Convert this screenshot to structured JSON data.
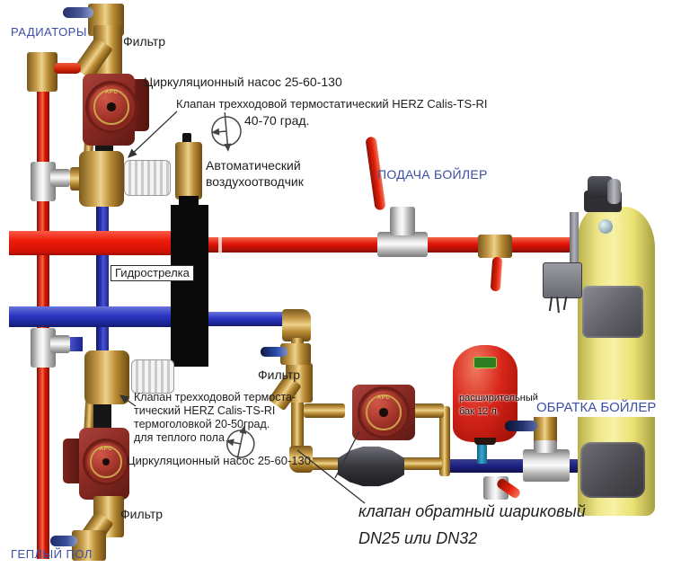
{
  "colors": {
    "label_blue": "#3b4fa5",
    "text_black": "#1e1e1e",
    "pipe_red": "#e2170a",
    "bar_blue": "#2b36c1",
    "return_navy": "#1c2080",
    "separator_black": "#0a0a0a",
    "brass": "#c49a48",
    "chrome": "#d9d9d9",
    "pump_red": "#8c2b24",
    "boiler_yellow": "#efe87e",
    "tank_red": "#d8251a",
    "handle_red": "#e3200d",
    "handle_blue": "#2b4fae"
  },
  "labels": {
    "radiators": "РАДИАТОРЫ",
    "filter_top": "Фильтр",
    "pump_top": "Циркуляционный насос 25-60-130",
    "valve_top_line1": "Клапан трехходовой термостатический HERZ Calis-TS-RI",
    "valve_top_line2": "40-70 град.",
    "air_vent_line1": "Автоматический",
    "air_vent_line2": "воздухоотводчик",
    "supply_boiler": "ПОДАЧА БОЙЛЕР",
    "separator": "Гидрострелка",
    "filter_mid": "Фильтр",
    "tank_line1": "расширительный",
    "tank_line2": "бак 12 л.",
    "return_boiler": "ОБРАТКА БОЙЛЕР",
    "valve_floor_line1": "Клапан трехходовой термоста-",
    "valve_floor_line2": "тический  HERZ Calis-TS-RI",
    "valve_floor_line3": "термоголовкой 20-50град.",
    "valve_floor_line4": "для теплого пола",
    "pump_bottom": "Циркуляционный насос 25-60-130",
    "check_valve_line1": "клапан обратный шариковый",
    "check_valve_line2": "DN25 или DN32",
    "filter_bottom": "Фильтр",
    "warm_floor": "ГЕПЛЫЙ ПОЛ",
    "pump_brand": "APC"
  }
}
